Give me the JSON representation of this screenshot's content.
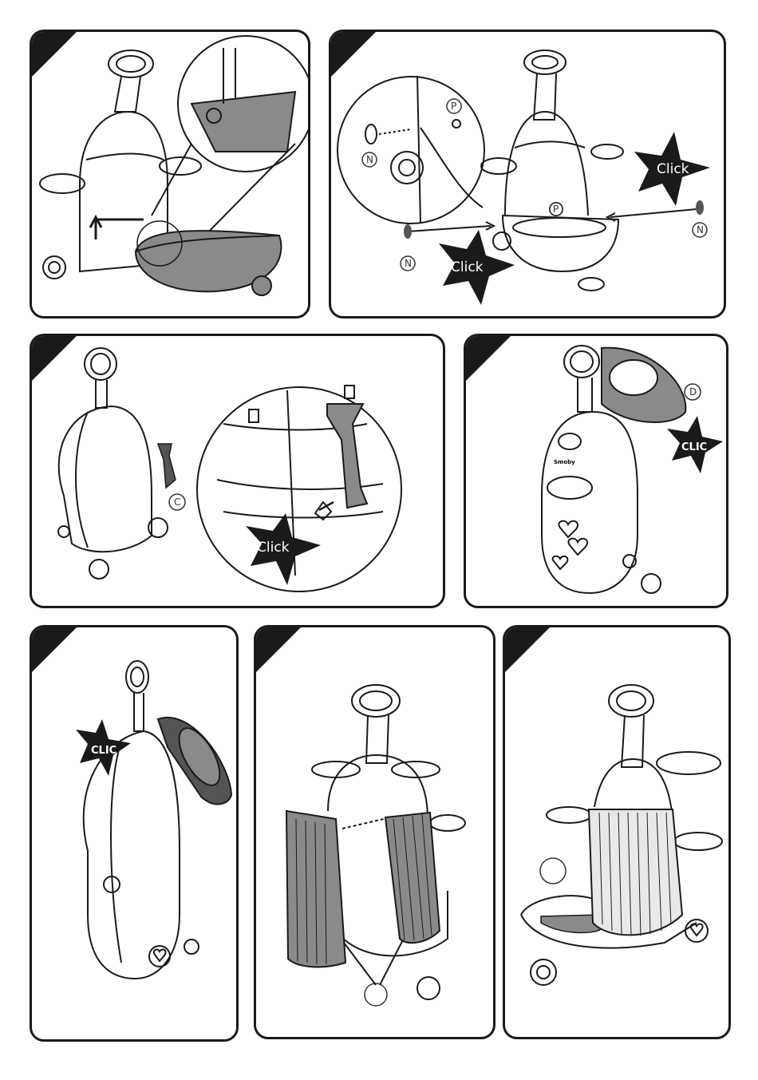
{
  "panels": [
    {
      "id": "step-1",
      "callouts": []
    },
    {
      "id": "step-2",
      "callouts": [
        "Click",
        "Click",
        "N",
        "N",
        "N",
        "P",
        "P"
      ]
    },
    {
      "id": "step-3",
      "callouts": [
        "Click",
        "C"
      ]
    },
    {
      "id": "step-4",
      "callouts": [
        "CLIC",
        "D"
      ],
      "brand": "Smoby"
    },
    {
      "id": "step-5",
      "callouts": [
        "CLIC"
      ]
    },
    {
      "id": "step-6",
      "callouts": []
    },
    {
      "id": "step-7",
      "callouts": []
    }
  ],
  "labels": {
    "click_step2_right": "Click",
    "click_step2_left": "Click",
    "n_top": "N",
    "n_left": "N",
    "n_right": "N",
    "p_top": "P",
    "p_center": "P",
    "click_step3": "Click",
    "c_step3": "C",
    "clic_step4": "CLIC",
    "d_step4": "D",
    "brand_step4": "Smoby",
    "clic_step5": "CLIC"
  },
  "colors": {
    "line": "#1a1a1a",
    "part_fill": "#8a8a8a",
    "part_dark": "#555555",
    "star": "#1a1a1a"
  }
}
